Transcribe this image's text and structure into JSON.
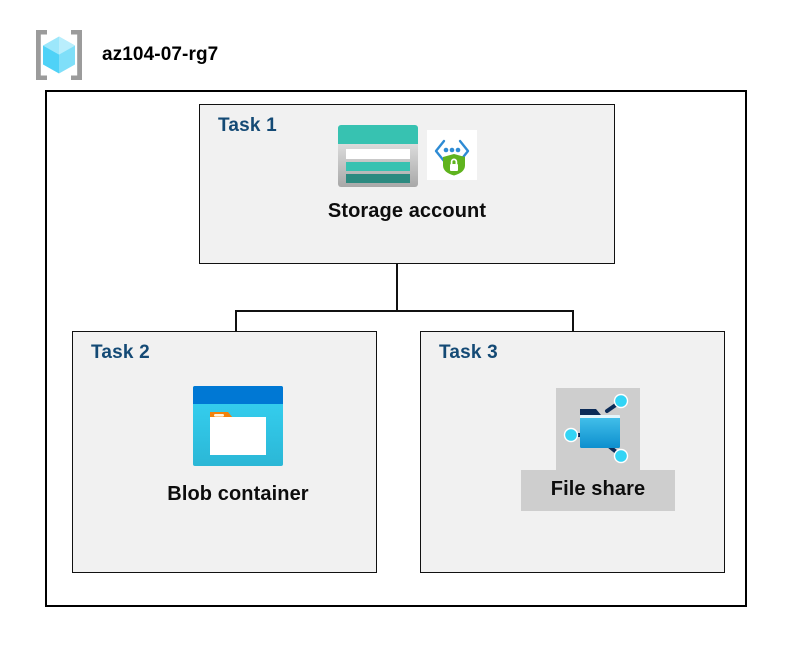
{
  "header": {
    "icon": "resource-group-icon",
    "title": "az104-07-rg7"
  },
  "diagram": {
    "type": "azure-architecture",
    "frame": {
      "name": "resource-group-boundary"
    },
    "connector": {
      "style": "orthogonal-tree",
      "color": "#111111"
    },
    "groups": [
      {
        "label": "Task 1",
        "label_color": "#144A75",
        "background": "#F1F1F1",
        "nodes": [
          {
            "label": "Storage account",
            "icons": [
              "storage-account-icon",
              "secure-endpoint-shield-icon"
            ],
            "highlighted": false
          }
        ]
      },
      {
        "label": "Task 2",
        "label_color": "#144A75",
        "background": "#F1F1F1",
        "nodes": [
          {
            "label": "Blob container",
            "icons": [
              "blob-container-icon"
            ],
            "highlighted": false
          }
        ]
      },
      {
        "label": "Task 3",
        "label_color": "#144A75",
        "background": "#F1F1F1",
        "nodes": [
          {
            "label": "File share",
            "icons": [
              "file-share-icon"
            ],
            "highlighted": true,
            "highlight_color": "#CECECE"
          }
        ]
      }
    ]
  },
  "colors": {
    "azure_blue": "#0078D4",
    "cyan": "#32D4F5",
    "teal": "#37C2B1",
    "dark_teal": "#2C8A80",
    "green": "#5FB31E",
    "orange": "#F2820B",
    "label_navy": "#144A75",
    "box_fill": "#F1F1F1",
    "line": "#111111"
  }
}
